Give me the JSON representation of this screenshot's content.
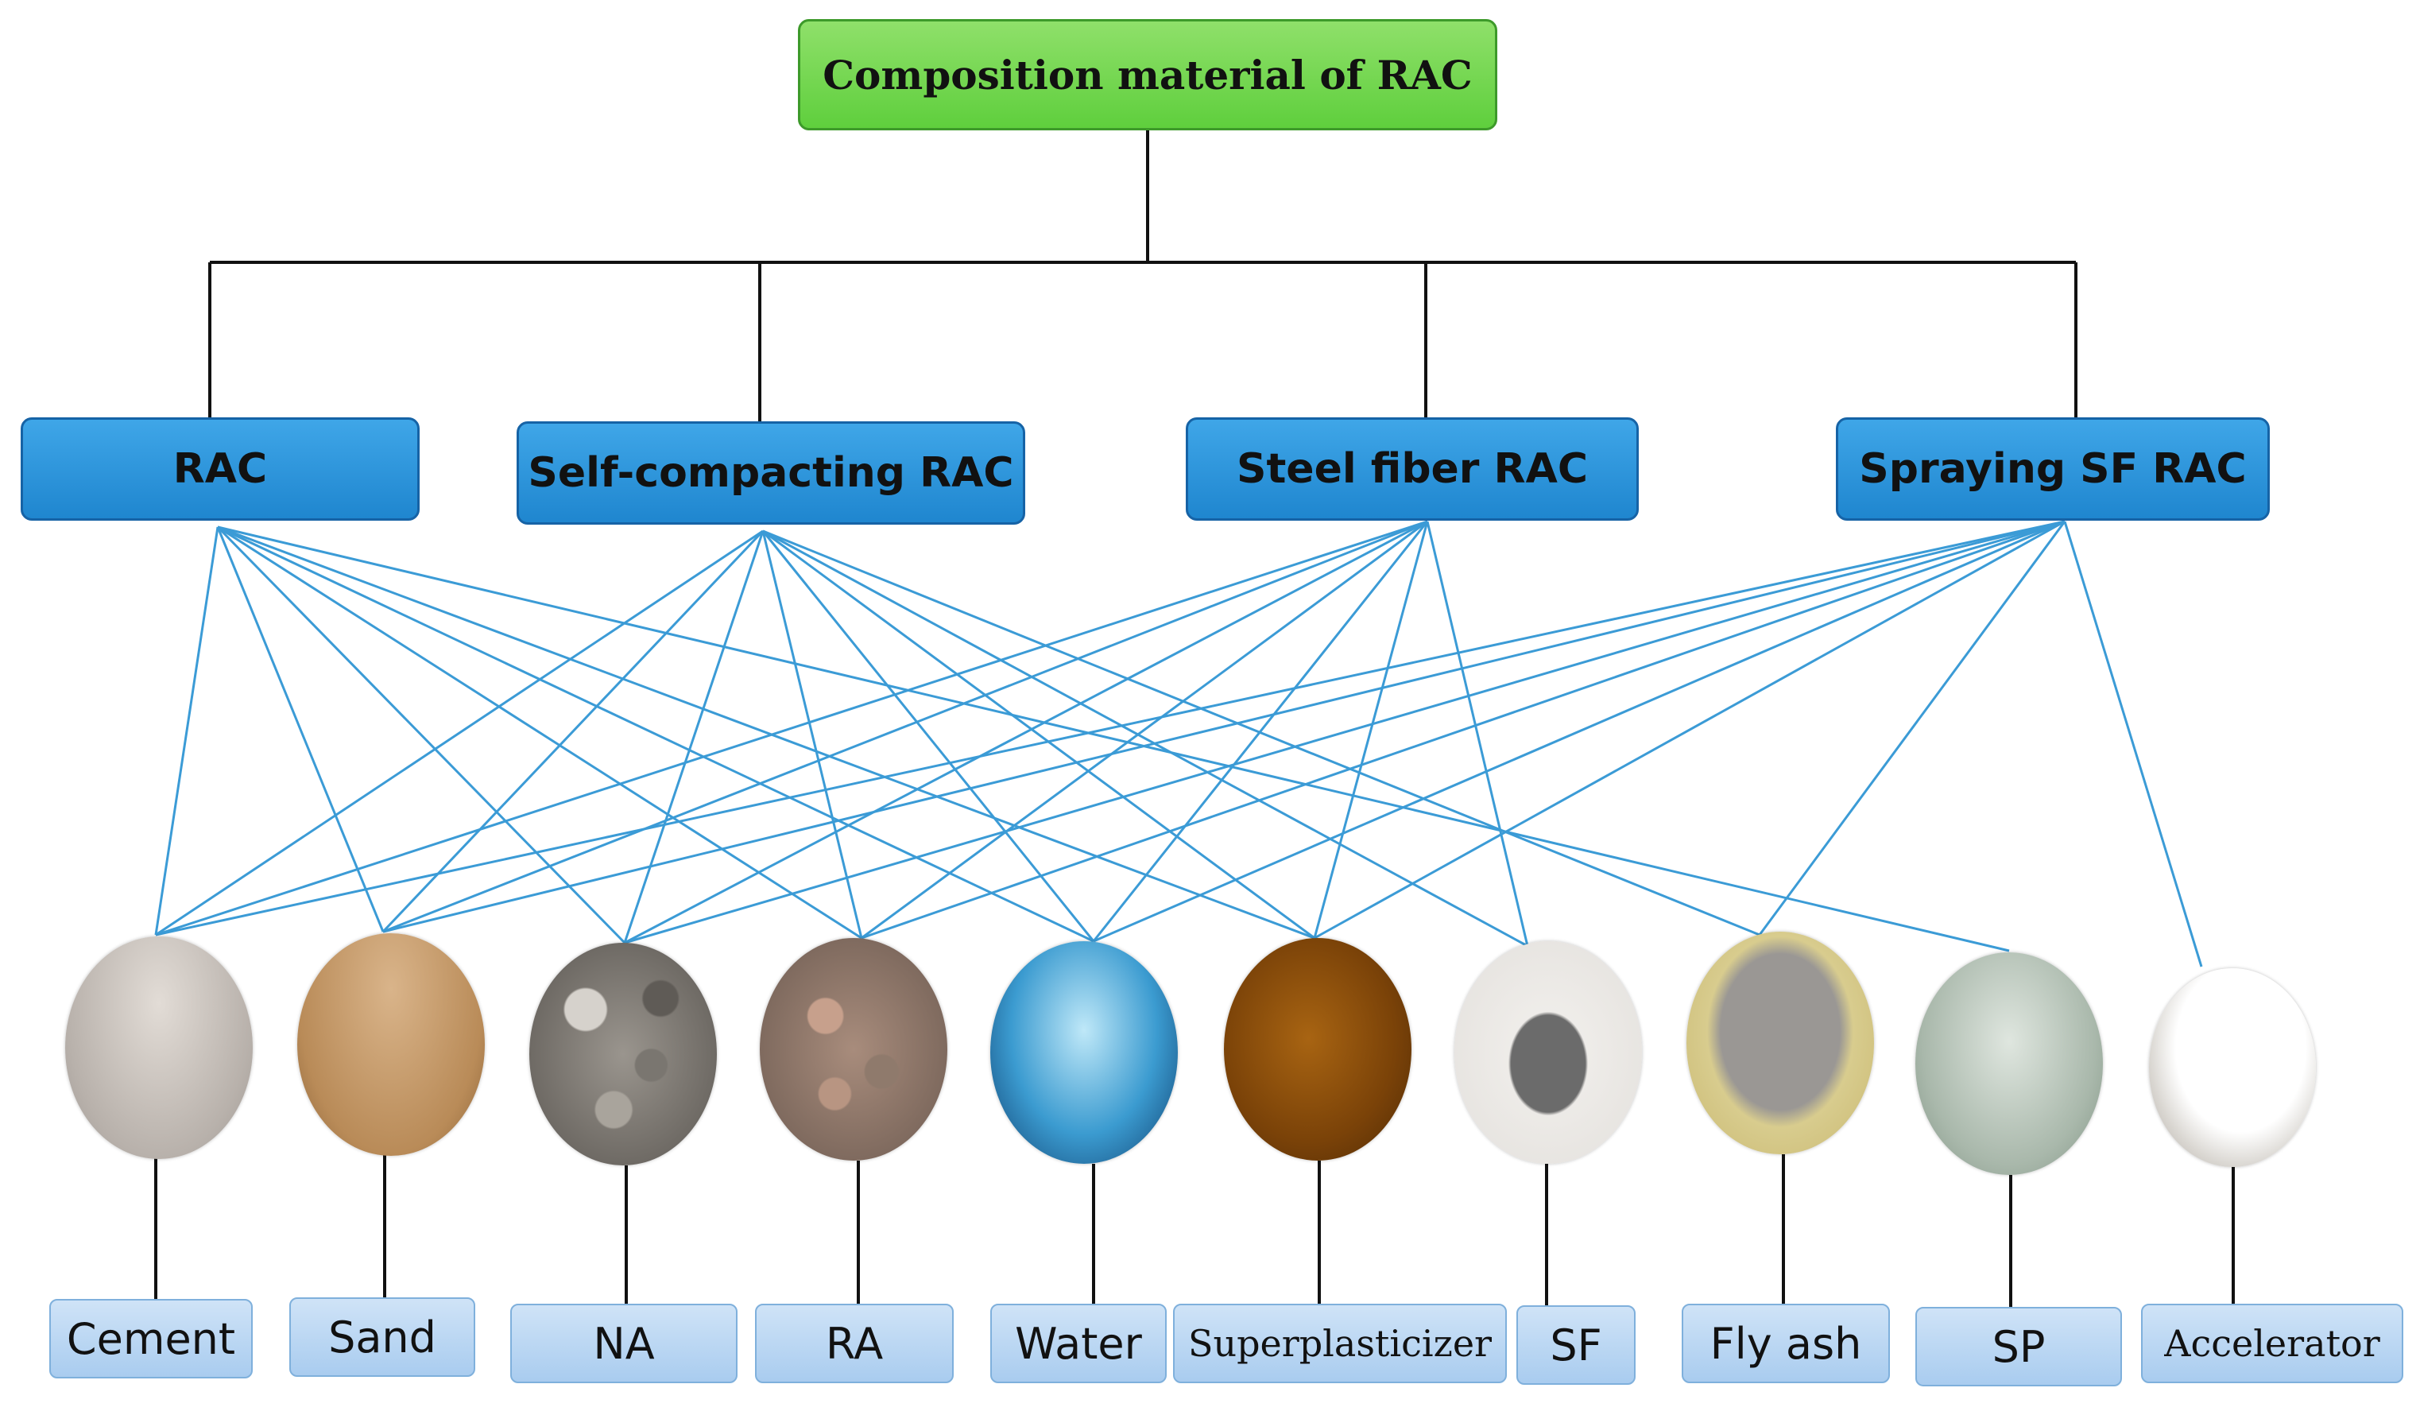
{
  "root": {
    "label": "Composition material of RAC"
  },
  "categories": [
    {
      "id": "rac",
      "label": "RAC"
    },
    {
      "id": "self-compacting-rac",
      "label": "Self-compacting RAC"
    },
    {
      "id": "steel-fiber-rac",
      "label": "Steel fiber RAC"
    },
    {
      "id": "spraying-sf-rac",
      "label": "Spraying SF RAC"
    }
  ],
  "materials": [
    {
      "id": "cement",
      "label": "Cement",
      "photo": "cement-powder-image"
    },
    {
      "id": "sand",
      "label": "Sand",
      "photo": "sand-pile-image"
    },
    {
      "id": "na",
      "label": "NA",
      "photo": "natural-aggregate-image"
    },
    {
      "id": "ra",
      "label": "RA",
      "photo": "recycled-aggregate-image"
    },
    {
      "id": "water",
      "label": "Water",
      "photo": "water-splash-image"
    },
    {
      "id": "superplasticizer",
      "label": "Superplasticizer",
      "photo": "superplasticizer-liquid-image"
    },
    {
      "id": "sf",
      "label": "SF",
      "photo": "steel-fiber-image"
    },
    {
      "id": "flyash",
      "label": "Fly ash",
      "photo": "fly-ash-powder-image"
    },
    {
      "id": "sp",
      "label": "SP",
      "photo": "sp-powder-image"
    },
    {
      "id": "accelerator",
      "label": "Accelerator",
      "photo": "accelerator-powder-image"
    }
  ],
  "links": {
    "rac": [
      "cement",
      "sand",
      "na",
      "ra",
      "water",
      "superplasticizer",
      "sp"
    ],
    "self-compacting-rac": [
      "cement",
      "sand",
      "na",
      "ra",
      "water",
      "superplasticizer",
      "sf",
      "flyash"
    ],
    "steel-fiber-rac": [
      "cement",
      "sand",
      "na",
      "ra",
      "water",
      "superplasticizer",
      "sf"
    ],
    "spraying-sf-rac": [
      "cement",
      "sand",
      "na",
      "ra",
      "water",
      "superplasticizer",
      "flyash",
      "accelerator"
    ]
  },
  "colors": {
    "root_fill": "#6fd64b",
    "category_fill": "#2b95dc",
    "material_fill": "#bcd8f3",
    "link_line": "#3b9bd6",
    "tree_line": "#111111"
  }
}
